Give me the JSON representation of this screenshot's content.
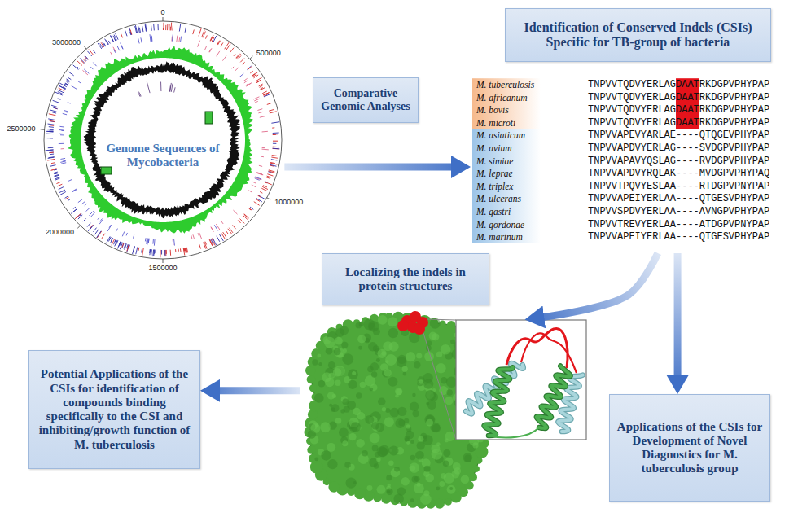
{
  "diagram": {
    "nodes": [
      {
        "text": [
          "Genome Sequences of Mycobacteria"
        ]
      },
      {
        "text": [
          "Comparative Genomic Analyses"
        ]
      },
      {
        "text": [
          "Identification of Conserved Indels (CSIs) Specific for TB-group of bacteria"
        ]
      },
      {
        "text": [
          "Localizing the indels in protein structures"
        ]
      },
      {
        "text": [
          "Applications of the CSIs for Development of Novel Diagnostics for M. tuberculosis group"
        ]
      },
      {
        "text": [
          "Potential Applications of the CSIs for identification of compounds binding specifically to the CSI and inhibiting/growth function of M. tuberculosis"
        ]
      }
    ],
    "edges": [
      {
        "from": 0,
        "to": 2,
        "arrow": "to"
      },
      {
        "from": 2,
        "to": 3,
        "arrow": "to"
      },
      {
        "from": 2,
        "to": 4,
        "arrow": "to"
      },
      {
        "from": 3,
        "to": 5,
        "arrow": "to"
      }
    ],
    "labels": [
      "0",
      "500000",
      "1000000",
      "1500000",
      "2000000",
      "2500000",
      "3000000",
      "M. tuberculosis",
      "TNPVVTQDVYERLAGDAATRKDGPVPHYPAP",
      "M. africanum",
      "TNPVVTQDVYERLAGDAATRKDGPVPHYPAP",
      "M. bovis",
      "TNPVVTQDVYERLAGDAATRKDGPVPHYPAP",
      "M. microti",
      "TNPVVTQDVYERLAGDAATRKDGPVPHYPAP",
      "M. asiaticum",
      "TNPVVAPEVYARLAE----QTQGEVPHYPAP",
      "M. avium",
      "TNPVVAPDVYERLAG----SVDGPVPHYPAP",
      "M. simiae",
      "TNPVVAPAVYQSLAG----RVDGPVPHYPAP",
      "M. leprae",
      "TNPVVAPDVYRQLAK----MVDGPVPHYPAQ",
      "M. triplex",
      "TNPVVTPQVYESLAA----RTDGPVPNYPAP",
      "M. ulcerans",
      "TNPVVAPEIYERLAA----QTGESVPHYPAP",
      "M. gastri",
      "TNPVVSPDVYERLAA----AVNGPVPHYPAP",
      "M. gordonae",
      "TNPVVTREVYERLAA----ATDGPVPNYPAP",
      "M. marinum",
      "TNPVVAPEIYERLAA----QTGESVPHYPAP"
    ]
  }
}
